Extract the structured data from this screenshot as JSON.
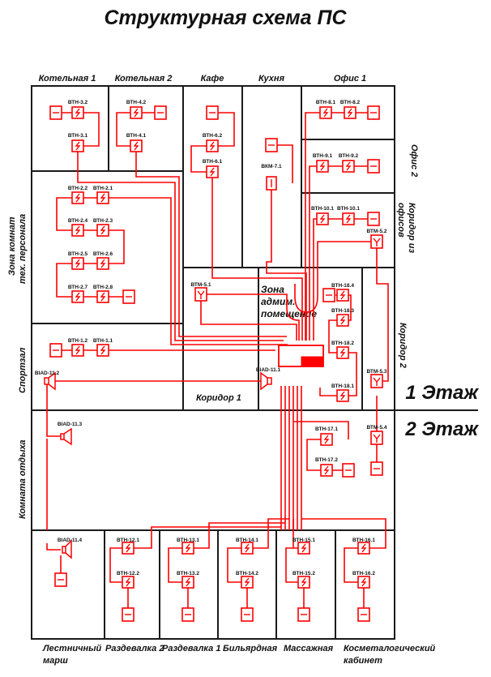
{
  "title": "Структурная схема ПС",
  "floors": {
    "first": "1 Этаж",
    "second": "2 Этаж"
  },
  "colors": {
    "wiring": "#ff0000",
    "walls": "#1a1a1a"
  },
  "rooms": {
    "kotelnaya1": "Котельная 1",
    "kotelnaya2": "Котельная 2",
    "kafe": "Кафе",
    "kuhnya": "Кухня",
    "ofis1": "Офис 1",
    "ofis2": "Офис 2",
    "koridor_ofisov_1": "Коридор из",
    "koridor_ofisov_2": "офисов",
    "zona_personala_1": "Зона комнат",
    "zona_personala_2": "тех. персонала",
    "sportzal": "Спортзал",
    "zona_admin_1": "Зона",
    "zona_admin_2": "адмим.",
    "zona_admin_3": "помещение",
    "koridor1": "Коридор 1",
    "koridor2": "Коридор 2",
    "komnata_otdyha": "Комната отдыха",
    "lestnichny_1": "Лестничный",
    "lestnichny_2": "марш",
    "razdevalka2": "Раздевалка 2",
    "razdevalka1": "Раздевалка 1",
    "bilyardnaya": "Бильярдная",
    "massazhnaya": "Массажная",
    "kosmet_1": "Косметалогический",
    "kosmet_2": "кабинет"
  },
  "devices": {
    "d3_2": "ВТН-3.2",
    "d3_1": "ВТН-3.1",
    "d4_2": "ВТН-4.2",
    "d4_1": "ВТН-4.1",
    "d6_2": "ВТН-6.2",
    "d6_1": "ВТН-6.1",
    "d7_1": "ВКМ-7.1",
    "d8_1": "ВТН-8.1",
    "d8_2": "ВТН-8.2",
    "d9_1": "ВТН-9.1",
    "d9_2": "ВТН-9.2",
    "d10_1a": "ВТН-10.1",
    "d10_1b": "ВТН-10.1",
    "m5_2": "ВТМ-5.2",
    "d2_2": "ВТН-2.2",
    "d2_1": "ВТН-2.1",
    "d2_4": "ВТН-2.4",
    "d2_3": "ВТН-2.3",
    "d2_5": "ВТН-2.5",
    "d2_6": "ВТН-2.6",
    "d2_7": "ВТН-2.7",
    "d2_8": "ВТН-2.8",
    "d1_2": "ВТН-1.2",
    "d1_1": "ВТН-1.1",
    "s11_2": "BIAD-11.2",
    "s11_1": "BIAD-11.1",
    "s11_3": "BIAD-11.3",
    "s11_4": "BIAD-11.4",
    "m5_1": "ВТМ-5.1",
    "d18_4": "ВТН-18.4",
    "d18_3": "ВТН-18.3",
    "d18_2": "ВТН-18.2",
    "d18_1": "ВТН-18.1",
    "m5_3": "ВТМ-5.3",
    "m5_4": "ВТМ-5.4",
    "d17_1": "ВТН-17.1",
    "d17_2": "ВТН-17.2",
    "d12_1": "ВТН-12.1",
    "d12_2": "ВТН-12.2",
    "d13_1": "ВТН-13.1",
    "d13_2": "ВТН-13.2",
    "d14_1": "ВТН-14.1",
    "d14_2": "ВТН-14.2",
    "d15_1": "ВТН-15.1",
    "d15_2": "ВТН-15.2",
    "d16_1": "ВТН-16.1",
    "d16_2": "ВТН-16.2"
  }
}
